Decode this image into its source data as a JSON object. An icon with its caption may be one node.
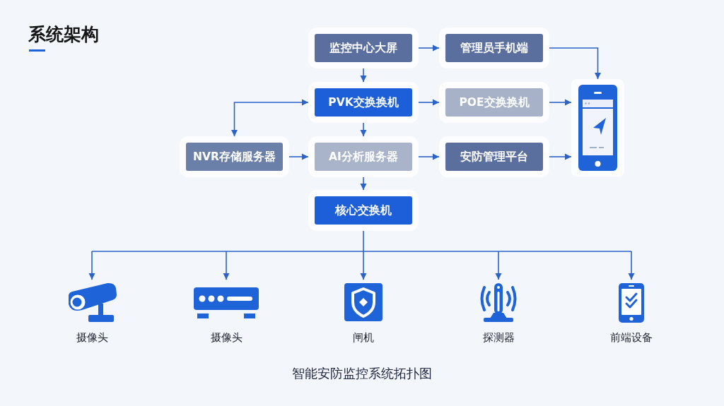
{
  "diagram": {
    "title": "系统架构",
    "caption": "智能安防监控系统拓扑图",
    "nodes": [
      {
        "text": [
          "监控中心大屏"
        ]
      },
      {
        "text": [
          "管理员手机端"
        ]
      },
      {
        "text": [
          "PVK交换换机"
        ]
      },
      {
        "text": [
          "POE交换换机"
        ]
      },
      {
        "text": [
          "NVR存储服务器"
        ]
      },
      {
        "text": [
          "AI分析服务器"
        ]
      },
      {
        "text": [
          "安防管理平台"
        ]
      },
      {
        "text": [],
        "shape": "picture"
      },
      {
        "text": [
          "核心交换机"
        ]
      },
      {
        "text": [
          "摄像头"
        ]
      },
      {
        "text": [
          "摄像头"
        ]
      },
      {
        "text": [
          "闸机"
        ]
      },
      {
        "text": [
          "探测器"
        ]
      },
      {
        "text": [
          "前端设备"
        ]
      }
    ],
    "edges": [
      {
        "from": 0,
        "to": 1,
        "arrow": "to"
      },
      {
        "from": 0,
        "to": 2,
        "arrow": "to"
      },
      {
        "from": 1,
        "to": 7,
        "arrow": "to"
      },
      {
        "from": 2,
        "to": 3,
        "arrow": "to"
      },
      {
        "from": 2,
        "to": 4,
        "arrow": "both"
      },
      {
        "from": 3,
        "to": 7,
        "arrow": "to"
      },
      {
        "from": 4,
        "to": 5,
        "arrow": "to"
      },
      {
        "from": 2,
        "to": 5,
        "arrow": "to"
      },
      {
        "from": 5,
        "to": 6,
        "arrow": "to"
      },
      {
        "from": 6,
        "to": 7,
        "arrow": "to"
      },
      {
        "from": 5,
        "to": 8,
        "arrow": "to"
      },
      {
        "from": 8,
        "to": 9,
        "arrow": "to"
      },
      {
        "from": 8,
        "to": 10,
        "arrow": "to"
      },
      {
        "from": 8,
        "to": 11,
        "arrow": "to"
      },
      {
        "from": 8,
        "to": 12,
        "arrow": "to"
      },
      {
        "from": 8,
        "to": 13,
        "arrow": "to"
      }
    ]
  }
}
